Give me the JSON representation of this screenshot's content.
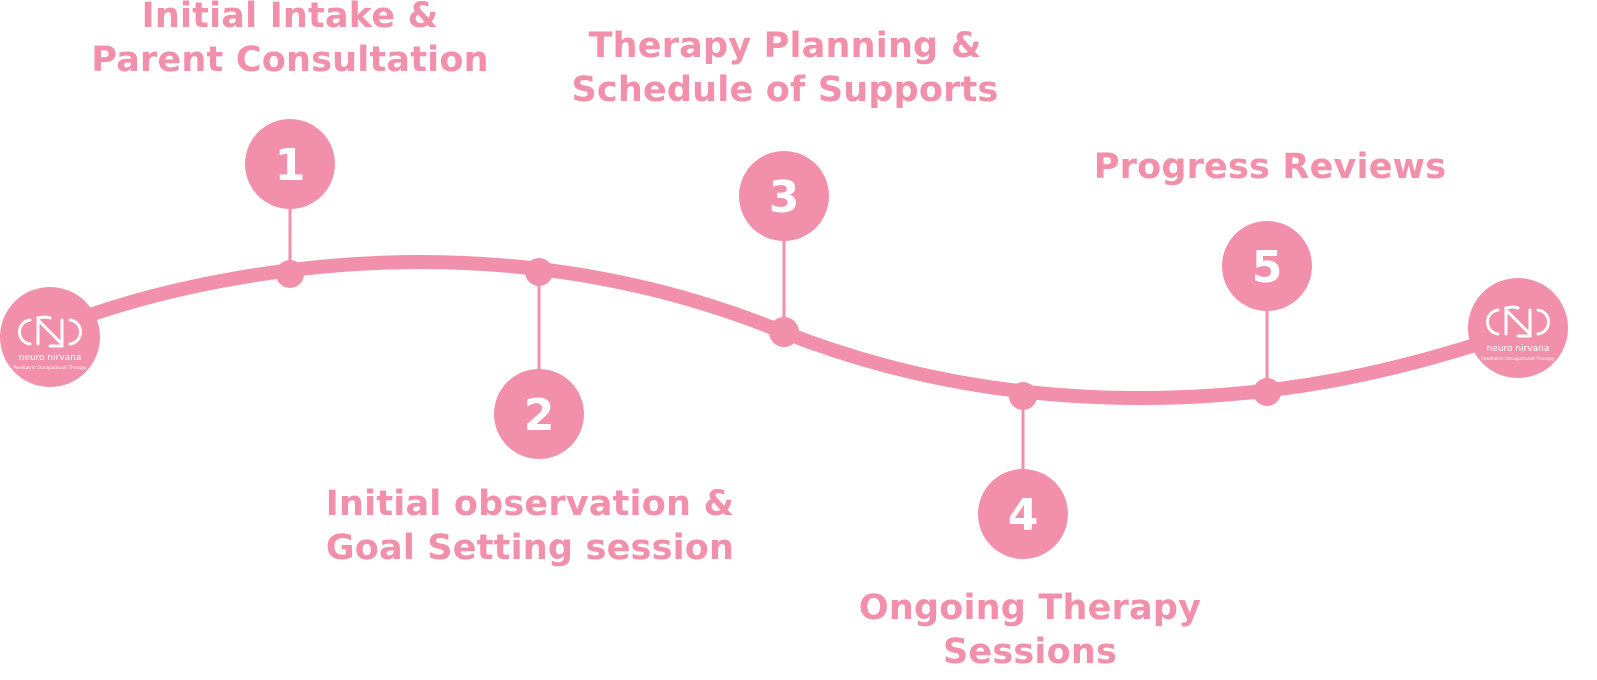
{
  "diagram": {
    "type": "process-timeline",
    "accent_color": "#f28fab",
    "start_logo": {
      "name": "neuro nirvana",
      "tagline": "Paediatric Occupational Therapy"
    },
    "end_logo": {
      "name": "neuro nirvana",
      "tagline": "Paediatric Occupational Therapy"
    },
    "steps": [
      {
        "number": "1",
        "lines": [
          "Initial Intake &",
          "Parent Consultation"
        ],
        "position": "above"
      },
      {
        "number": "2",
        "lines": [
          "Initial observation &",
          "Goal Setting session"
        ],
        "position": "below"
      },
      {
        "number": "3",
        "lines": [
          "Therapy Planning &",
          "Schedule of Supports"
        ],
        "position": "above"
      },
      {
        "number": "4",
        "lines": [
          "Ongoing Therapy",
          "Sessions"
        ],
        "position": "below"
      },
      {
        "number": "5",
        "lines": [
          "Progress Reviews"
        ],
        "position": "above"
      }
    ]
  }
}
